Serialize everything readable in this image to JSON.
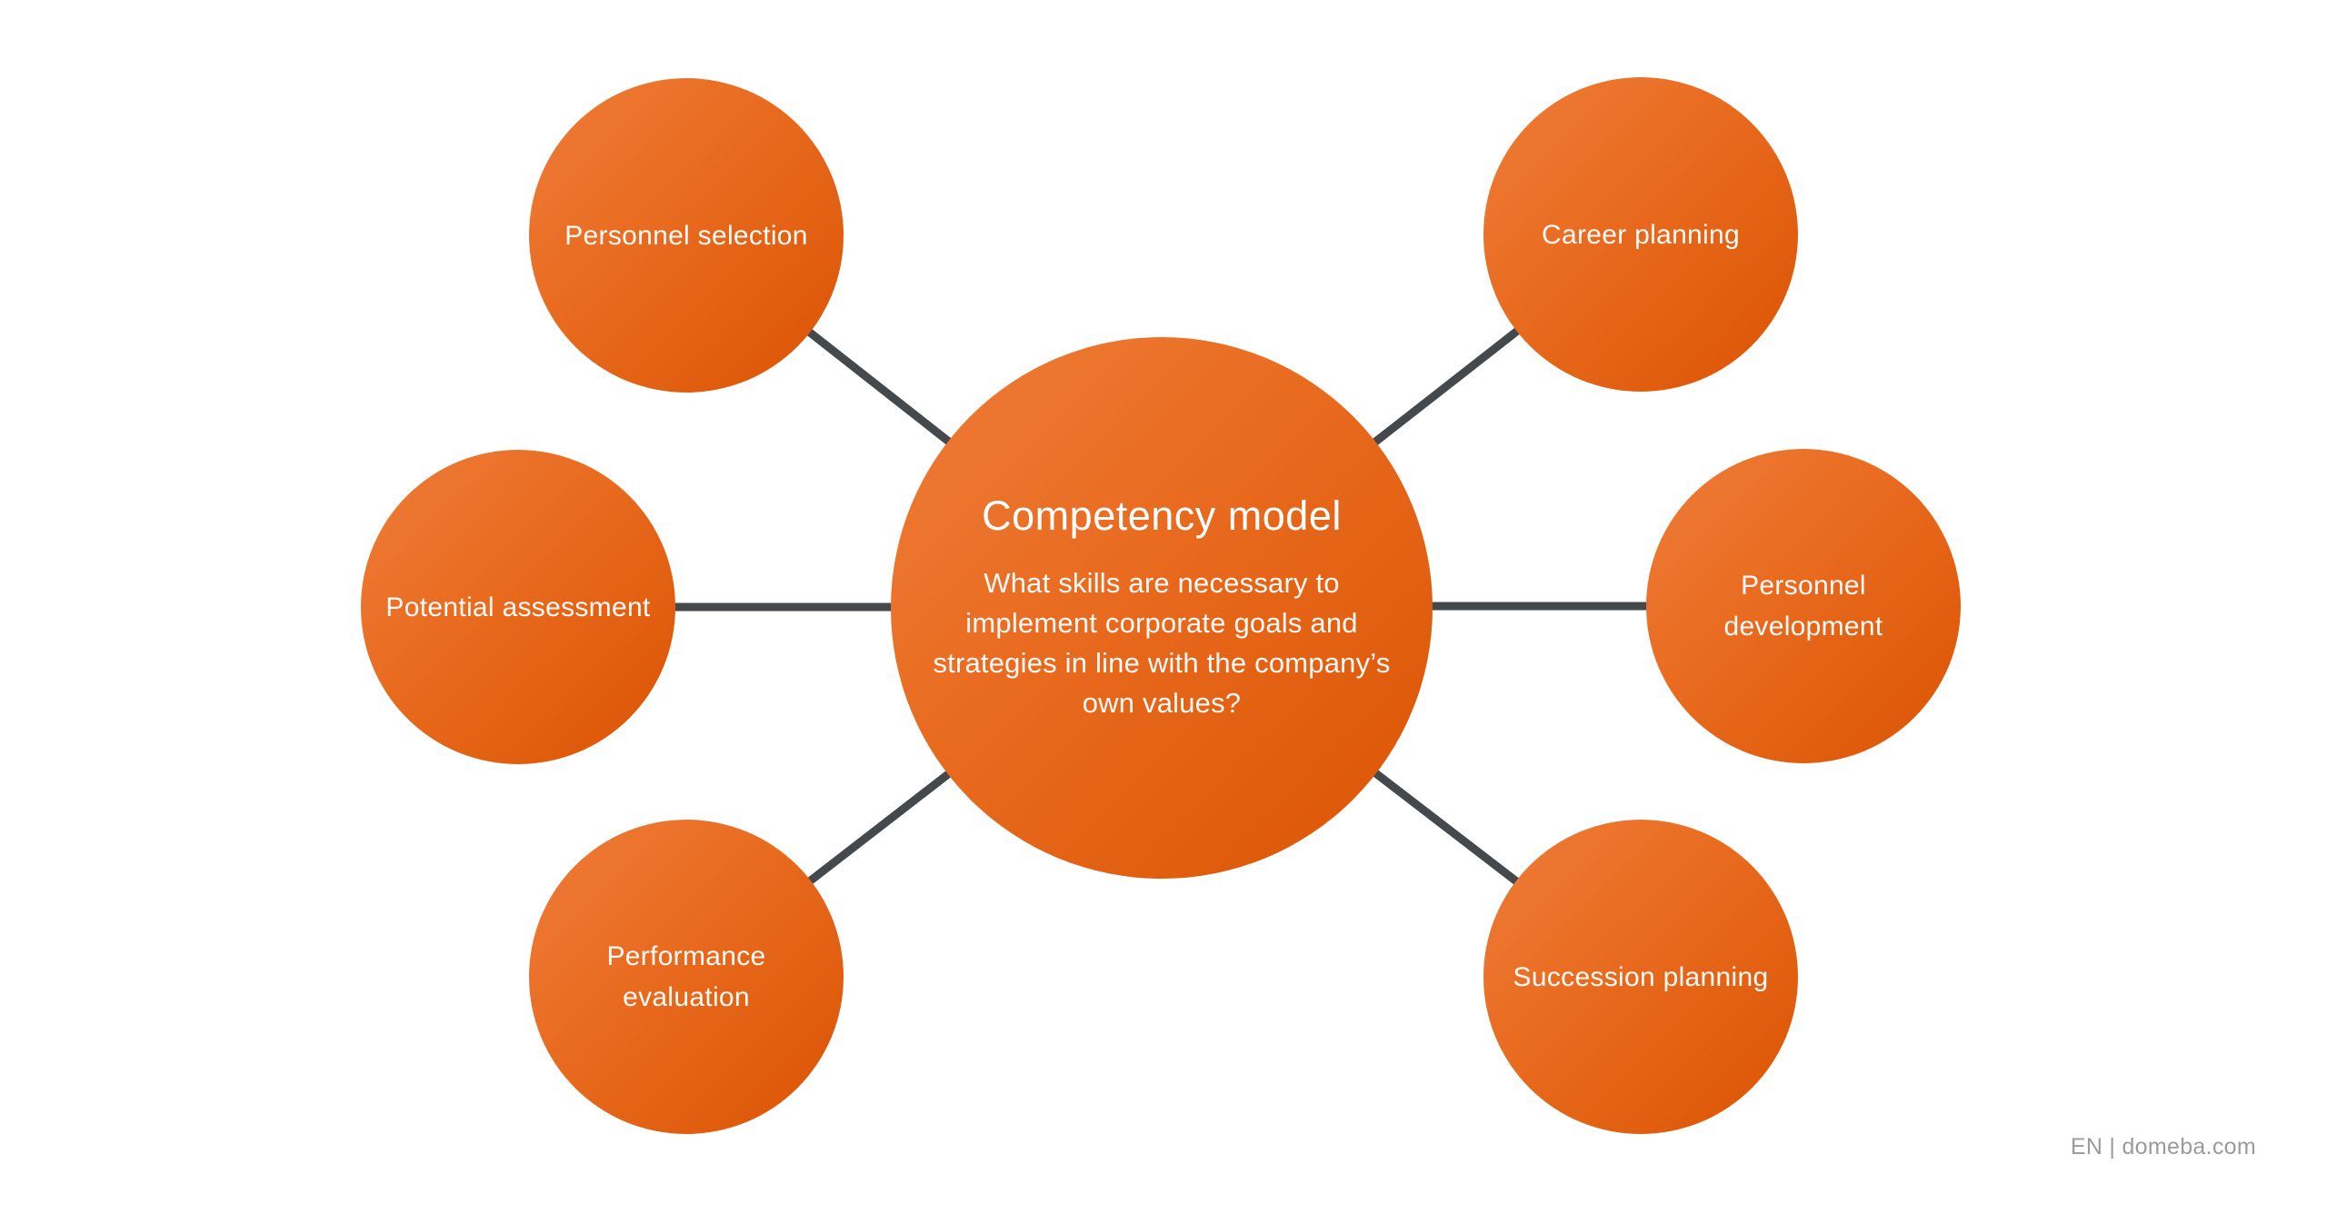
{
  "diagram": {
    "center": {
      "title": "Competency model",
      "description": "What skills are necessary to implement corporate goals and strategies in line with the company’s own values?",
      "description_lines": [
        "What skills are necessary to",
        "implement corporate goals and",
        "strategies in line with the company’s",
        "own values?"
      ]
    },
    "nodes": [
      {
        "id": "personnel-selection",
        "label": "Personnel selection"
      },
      {
        "id": "potential-assessment",
        "label": "Potential assessment"
      },
      {
        "id": "performance-evaluation",
        "label": "Performance evaluation"
      },
      {
        "id": "career-planning",
        "label": "Career planning"
      },
      {
        "id": "personnel-development",
        "label": "Personnel development"
      },
      {
        "id": "succession-planning",
        "label": "Succession planning"
      }
    ],
    "colors": {
      "circle_gradient_start": "#ef7d3a",
      "circle_gradient_end": "#db5403",
      "connector": "#46494c",
      "node_text": "#ffffff",
      "background": "#ffffff"
    }
  },
  "footer": {
    "text": "EN | domeba.com",
    "color": "#9b9b9b"
  }
}
